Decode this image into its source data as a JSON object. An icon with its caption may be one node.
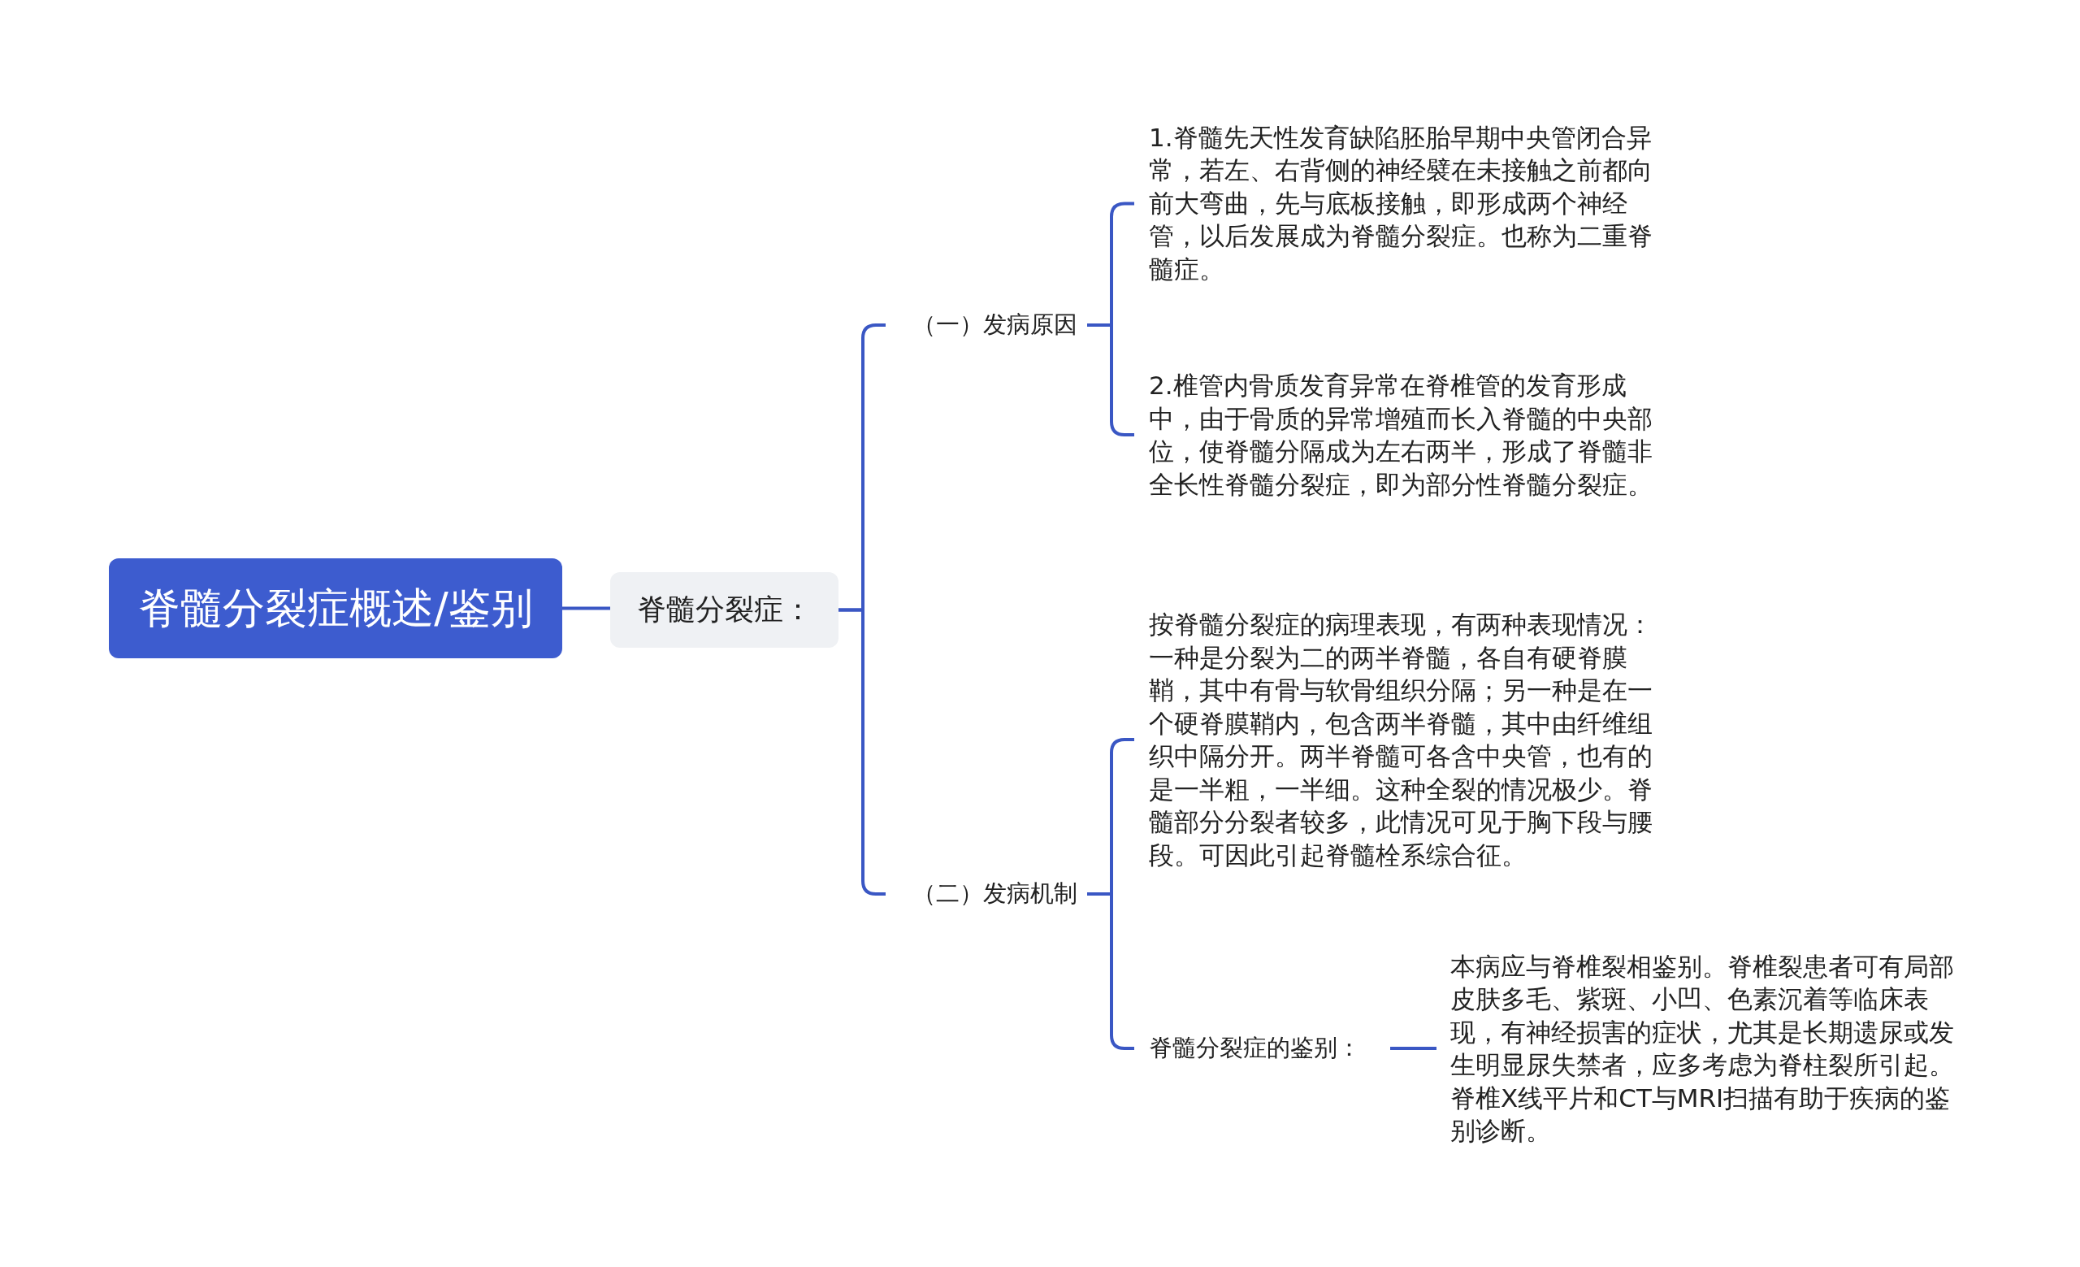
{
  "diagram": {
    "nodes": [
      {
        "text": [
          "脊髓分裂症概述/鉴别"
        ]
      },
      {
        "text": [
          "脊髓分裂症："
        ]
      },
      {
        "text": [
          "（一）发病原因"
        ]
      },
      {
        "text": [
          "1.脊髓先天性发育缺陷胚胎早期中央管闭合异常，若左、右背侧的神经襞在未接触之前都向前大弯曲，先与底板接触，即形成两个神经管，以后发展成为脊髓分裂症。也称为二重脊髓症。"
        ]
      },
      {
        "text": [
          "2.椎管内骨质发育异常在脊椎管的发育形成中，由于骨质的异常增殖而长入脊髓的中央部位，使脊髓分隔成为左右两半，形成了脊髓非全长性脊髓分裂症，即为部分性脊髓分裂症。"
        ]
      },
      {
        "text": [
          "（二）发病机制"
        ]
      },
      {
        "text": [
          "按脊髓分裂症的病理表现，有两种表现情况：一种是分裂为二的两半脊髓，各自有硬脊膜鞘，其中有骨与软骨组织分隔；另一种是在一个硬脊膜鞘内，包含两半脊髓，其中由纤维组织中隔分开。两半脊髓可各含中央管，也有的是一半粗，一半细。这种全裂的情况极少。脊髓部分分裂者较多，此情况可见于胸下段与腰段。可因此引起脊髓栓系综合征。"
        ]
      },
      {
        "text": [
          "脊髓分裂症的鉴别："
        ]
      },
      {
        "text": [
          "本病应与脊椎裂相鉴别。脊椎裂患者可有局部皮肤多毛、紫斑、小凹、色素沉着等临床表现，有神经损害的症状，尤其是长期遗尿或发生明显尿失禁者，应多考虑为脊柱裂所引起。脊椎X线平片和CT与MRI扫描有助于疾病的鉴别诊断。"
        ]
      }
    ],
    "edges": [
      {
        "from": 0,
        "to": 1,
        "arrow": "none"
      },
      {
        "from": 1,
        "to": 2,
        "arrow": "none"
      },
      {
        "from": 1,
        "to": 5,
        "arrow": "none"
      },
      {
        "from": 2,
        "to": 3,
        "arrow": "none"
      },
      {
        "from": 2,
        "to": 4,
        "arrow": "none"
      },
      {
        "from": 5,
        "to": 6,
        "arrow": "none"
      },
      {
        "from": 5,
        "to": 7,
        "arrow": "none"
      },
      {
        "from": 7,
        "to": 8,
        "arrow": "none"
      }
    ]
  }
}
